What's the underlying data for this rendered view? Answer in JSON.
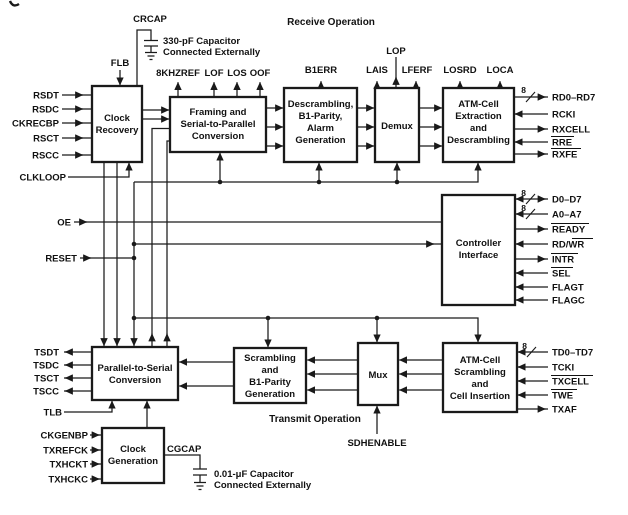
{
  "figure": {
    "receive_title": "Receive Operation",
    "transmit_title": "Transmit Operation",
    "bus_width": "8",
    "blocks": {
      "clock_recovery": [
        "Clock",
        "Recovery"
      ],
      "framing": [
        "Framing and",
        "Serial-to-Parallel",
        "Conversion"
      ],
      "descrambling": [
        "Descrambling,",
        "B1-Parity,",
        "Alarm",
        "Generation"
      ],
      "demux": [
        "Demux"
      ],
      "atm_extraction": [
        "ATM-Cell",
        "Extraction",
        "and",
        "Descrambling"
      ],
      "controller": [
        "Controller",
        "Interface"
      ],
      "parallel_to_serial": [
        "Parallel-to-Serial",
        "Conversion"
      ],
      "scrambling": [
        "Scrambling",
        "and",
        "B1-Parity",
        "Generation"
      ],
      "mux": [
        "Mux"
      ],
      "atm_scrambling": [
        "ATM-Cell",
        "Scrambling",
        "and",
        "Cell Insertion"
      ],
      "clock_generation": [
        "Clock",
        "Generation"
      ]
    },
    "pins": {
      "rx_left": [
        "RSDT",
        "RSDC",
        "CKRECBP",
        "RSCT",
        "RSCC"
      ],
      "clkloop": "CLKLOOP",
      "oe": "OE",
      "reset": "RESET",
      "framing_top": [
        "8KHZREF",
        "LOF",
        "LOS",
        "OOF"
      ],
      "b1err": "B1ERR",
      "demux_top": [
        "LAIS",
        "LOP",
        "LFERF"
      ],
      "extraction_top": [
        "LOSRD",
        "LOCA"
      ],
      "rx_right": [
        "RD0–RD7",
        "RCKI",
        "RXCELL",
        "RRE",
        "RXFE"
      ],
      "controller_right": [
        "D0–D7",
        "A0–A7",
        "READY",
        "RD/WR",
        "INTR",
        "SEL",
        "FLAGT",
        "FLAGC"
      ],
      "tx_left": [
        "TSDT",
        "TSDC",
        "TSCT",
        "TSCC"
      ],
      "tlb": "TLB",
      "ckgen_left": [
        "CKGENBP",
        "TXREFCK",
        "TXHCKT",
        "TXHCKC"
      ],
      "tx_right": [
        "TD0–TD7",
        "TCKI",
        "TXCELL",
        "TWE",
        "TXAF"
      ],
      "sdhenable": "SDHENABLE"
    },
    "annotations": {
      "crcap": "CRCAP",
      "crcap_note": [
        "330-pF Capacitor",
        "Connected Externally"
      ],
      "flb": "FLB",
      "cgcap": "CGCAP",
      "cgcap_note": [
        "0.01-μF Capacitor",
        "Connected Externally"
      ]
    },
    "active_low_signals": [
      "RRE",
      "RXFE",
      "READY",
      "WR",
      "INTR",
      "SEL",
      "TXCELL",
      "TWE"
    ],
    "colors": {
      "line": "#1a1a1a",
      "text": "#111111",
      "background": "#ffffff"
    }
  }
}
